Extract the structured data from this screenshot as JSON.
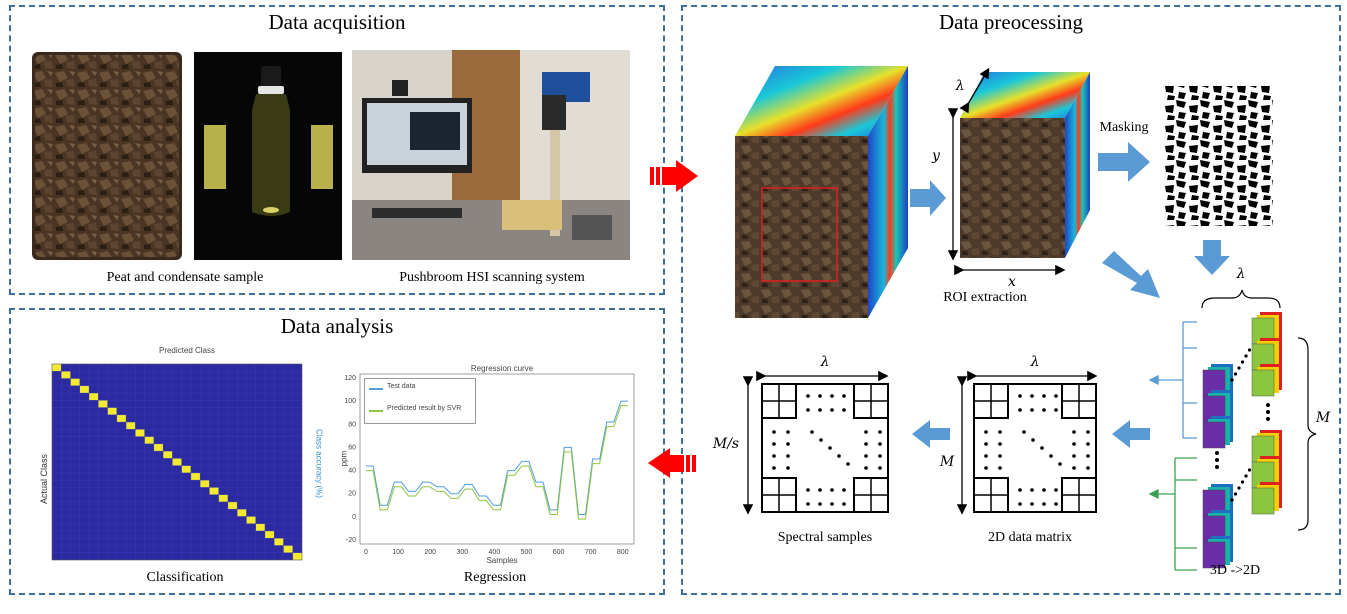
{
  "panels": {
    "acquisition": {
      "title": "Data acquisition",
      "caption_sample": "Peat and condensate sample",
      "caption_system": "Pushbroom HSI scanning system"
    },
    "analysis": {
      "title": "Data analysis",
      "caption_classification": "Classification",
      "caption_regression": "Regression",
      "classification_chart": {
        "title": "Predicted Class",
        "ylabel": "Actual Class",
        "right_label": "Class accuracy (%)",
        "n_classes": 27
      },
      "regression_chart": {
        "title": "Regression curve",
        "xlabel": "Samples",
        "ylabel": "ppm",
        "legend": [
          "Test data",
          "Predicted result by SVR"
        ],
        "xticks": [
          "0",
          "100",
          "200",
          "300",
          "400",
          "500",
          "600",
          "700",
          "800"
        ],
        "yticks": [
          "120",
          "100",
          "80",
          "60",
          "40",
          "20",
          "0",
          "-20"
        ]
      }
    },
    "preprocessing": {
      "title": "Data preocessing",
      "masking_label": "Masking",
      "roi_label": "ROI extraction",
      "data_matrix_label": "2D data matrix",
      "spectral_samples_label": "Spectral samples",
      "conversion_label": "3D ->2D",
      "symbols": {
        "lambda": "λ",
        "x": "x",
        "y": "y",
        "M": "M",
        "M_over_s": "M/s"
      }
    }
  },
  "colors": {
    "panel_border": "#3f6f98",
    "flow_arrow": "#5b9bd5",
    "transfer_arrow": "#ff0000",
    "heatmap_bg": "#2b2aa0",
    "diagonal_cell": "#f3ea30",
    "test_series": "#4f9fdc",
    "pred_series": "#8dc63f"
  }
}
